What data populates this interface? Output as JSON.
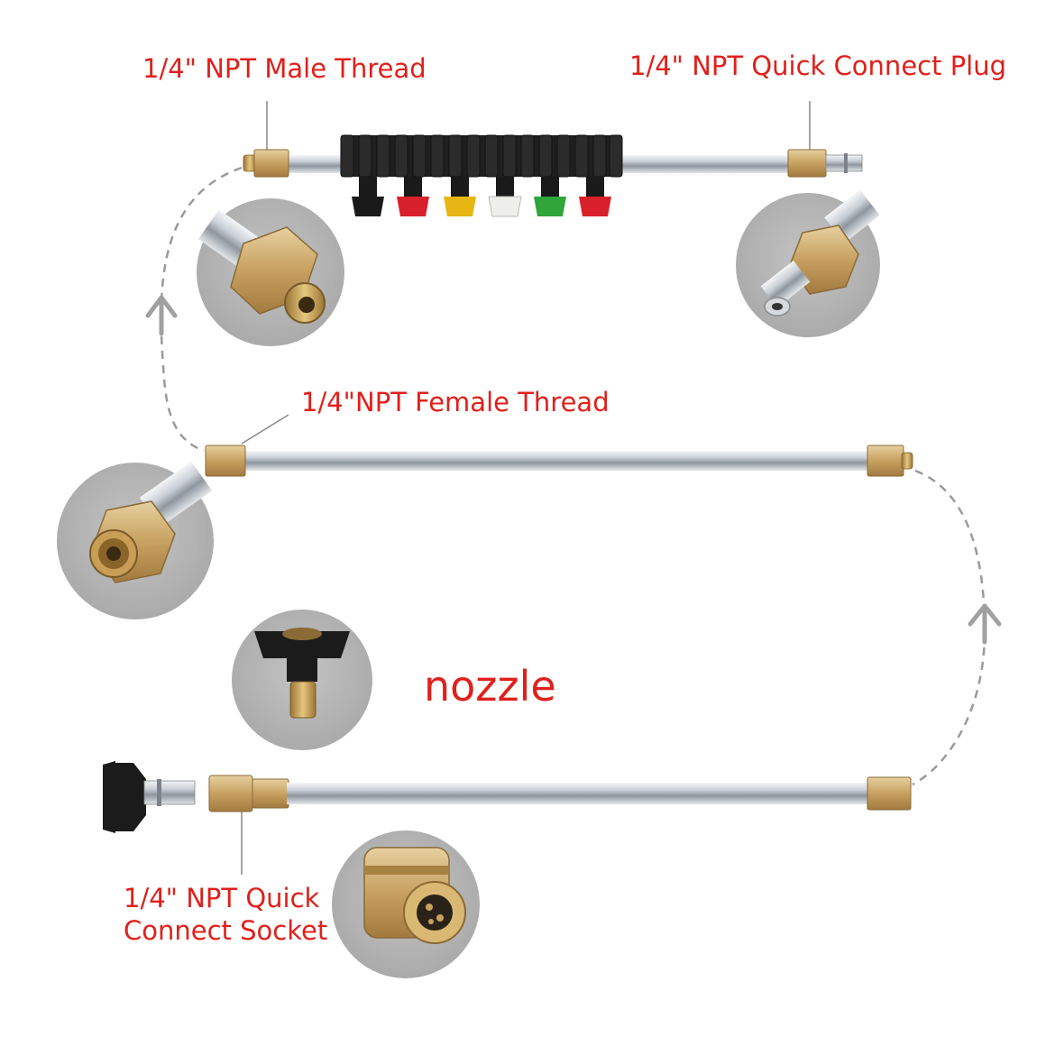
{
  "labels": {
    "male_thread": "1/4\" NPT Male Thread",
    "quick_plug": "1/4\" NPT Quick Connect Plug",
    "female_thread": "1/4\"NPT Female Thread",
    "nozzle": "nozzle",
    "socket_line1": "1/4\" NPT Quick",
    "socket_line2": "Connect Socket"
  },
  "colors": {
    "label_red": "#e0201b",
    "inset_bg": "#b7b7b7",
    "brass": "#c8a25c",
    "steel": "#d9dde2",
    "nozzle_tips": [
      "#1a1a1a",
      "#d8202a",
      "#e6b614",
      "#eeeeea",
      "#2fa53a",
      "#d8202a"
    ]
  },
  "icons": [
    "dashed-flow-path",
    "up-arrow-icon",
    "nozzle-tip-icon",
    "wand-extension-icon"
  ]
}
